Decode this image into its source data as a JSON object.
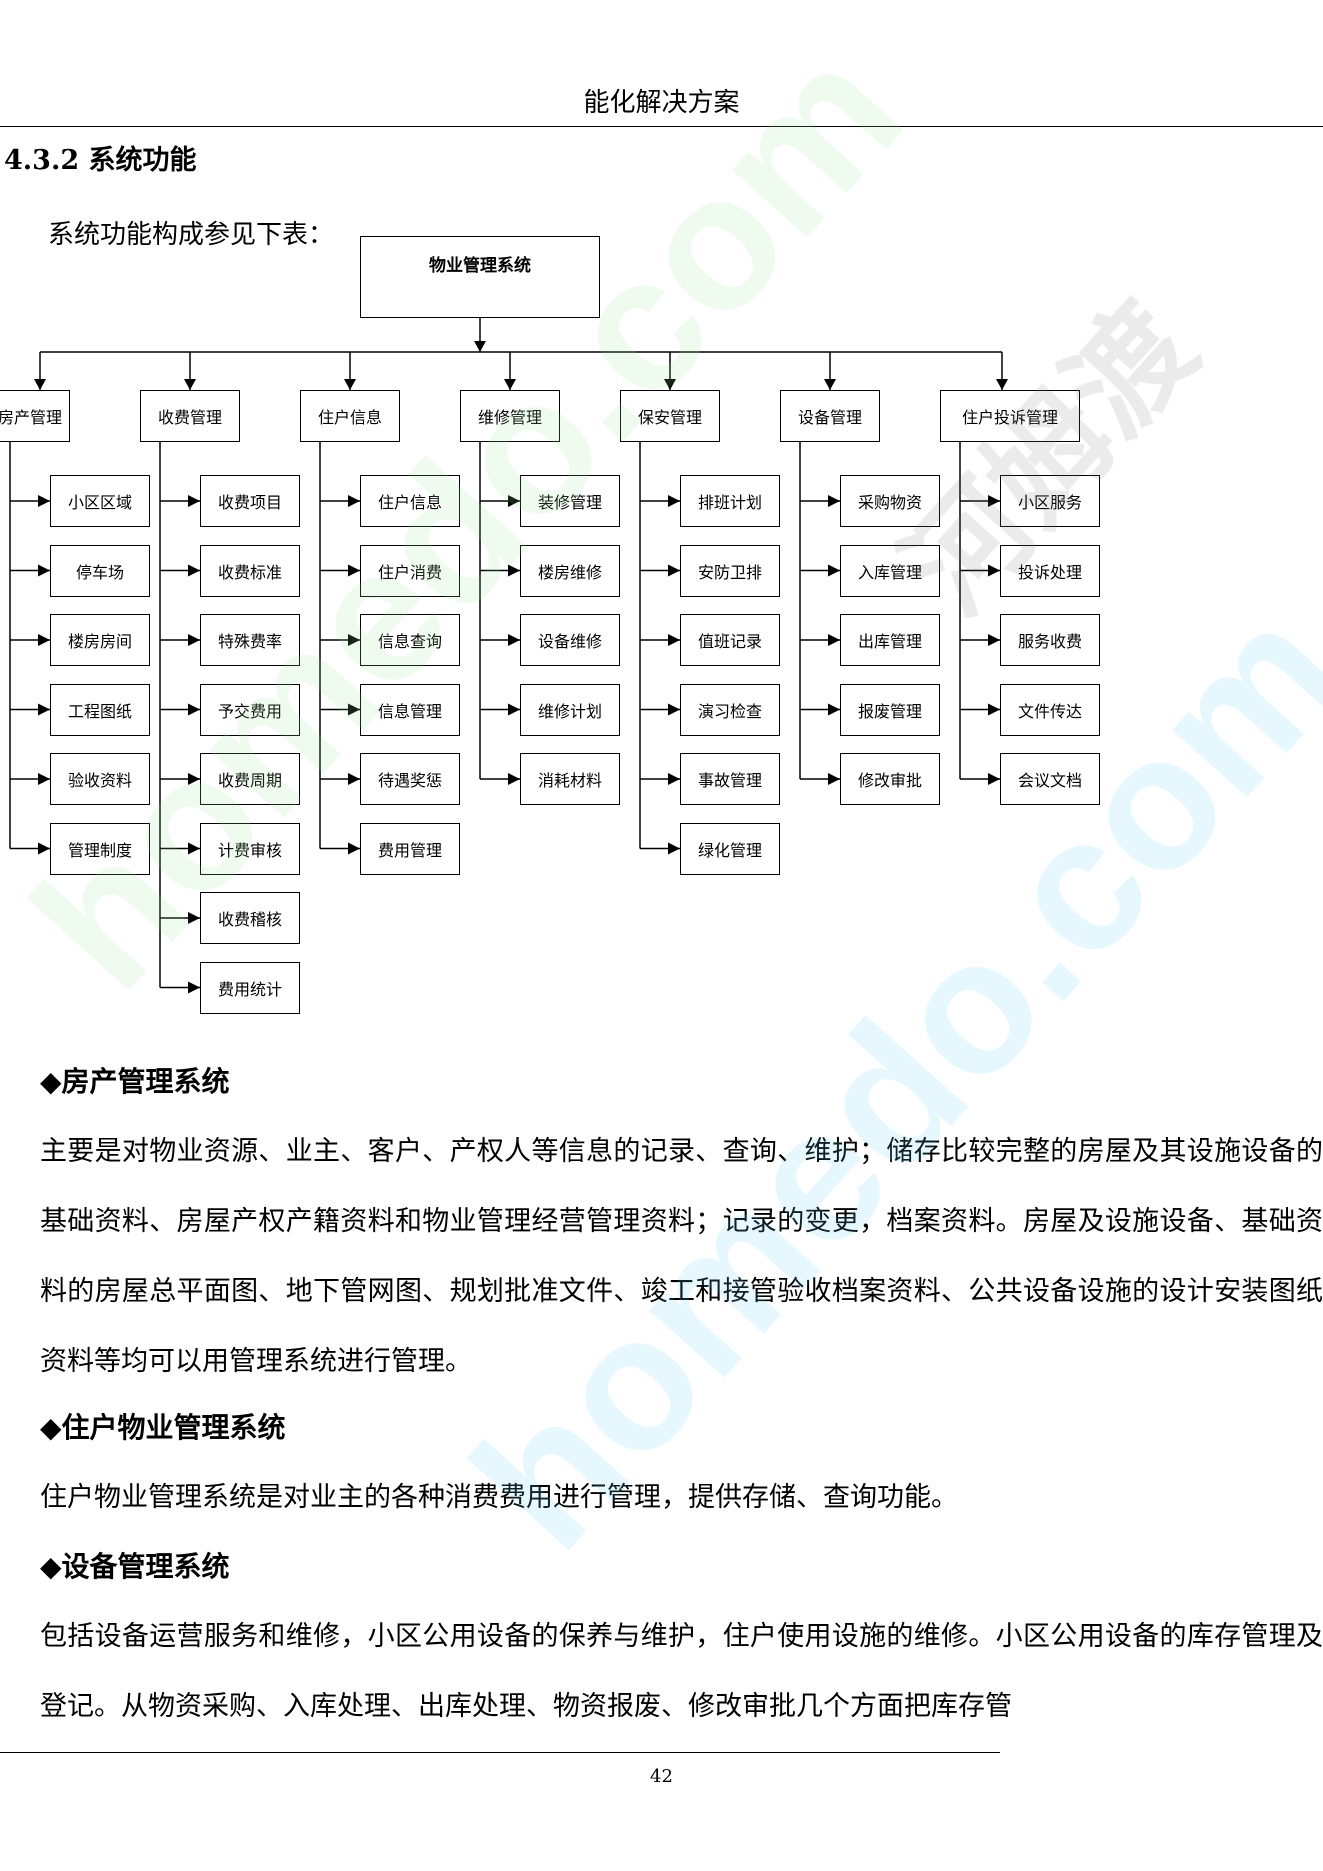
{
  "header": {
    "title": "能化解决方案"
  },
  "section": {
    "heading": "4.3.2 系统功能",
    "intro": "系统功能构成参见下表："
  },
  "org_chart": {
    "root": "物业管理系统",
    "columns": [
      {
        "label": "房产管理",
        "items": [
          "小区区域",
          "停车场",
          "楼房房间",
          "工程图纸",
          "验收资料",
          "管理制度"
        ]
      },
      {
        "label": "收费管理",
        "items": [
          "收费项目",
          "收费标准",
          "特殊费率",
          "予交费用",
          "收费周期",
          "计费审核",
          "收费稽核",
          "费用统计"
        ]
      },
      {
        "label": "住户信息",
        "items": [
          "住户信息",
          "住户消费",
          "信息查询",
          "信息管理",
          "待遇奖惩",
          "费用管理"
        ]
      },
      {
        "label": "维修管理",
        "items": [
          "装修管理",
          "楼房维修",
          "设备维修",
          "维修计划",
          "消耗材料"
        ]
      },
      {
        "label": "保安管理",
        "items": [
          "排班计划",
          "安防卫排",
          "值班记录",
          "演习检查",
          "事故管理",
          "绿化管理"
        ]
      },
      {
        "label": "设备管理",
        "items": [
          "采购物资",
          "入库管理",
          "出库管理",
          "报废管理",
          "修改审批"
        ]
      },
      {
        "label": "住户投诉管理",
        "items": [
          "小区服务",
          "投诉处理",
          "服务收费",
          "文件传达",
          "会议文档"
        ]
      }
    ]
  },
  "subsections": [
    {
      "title": "◆房产管理系统",
      "paragraph": "主要是对物业资源、业主、客户、产权人等信息的记录、查询、维护；储存比较完整的房屋及其设施设备的基础资料、房屋产权产籍资料和物业管理经营管理资料；记录的变更，档案资料。房屋及设施设备、基础资料的房屋总平面图、地下管网图、规划批准文件、竣工和接管验收档案资料、公共设备设施的设计安装图纸资料等均可以用管理系统进行管理。"
    },
    {
      "title": "◆住户物业管理系统",
      "paragraph": "住户物业管理系统是对业主的各种消费费用进行管理，提供存储、查询功能。"
    },
    {
      "title": "◆设备管理系统",
      "paragraph": "包括设备运营服务和维修，小区公用设备的保养与维护，住户使用设施的维修。小区公用设备的库存管理及登记。从物资采购、入库处理、出库处理、物资报废、修改审批几个方面把库存管"
    }
  ],
  "footer": {
    "page_number": "42"
  },
  "watermark": {
    "text": "homedo.com",
    "brand": "河姆渡"
  }
}
